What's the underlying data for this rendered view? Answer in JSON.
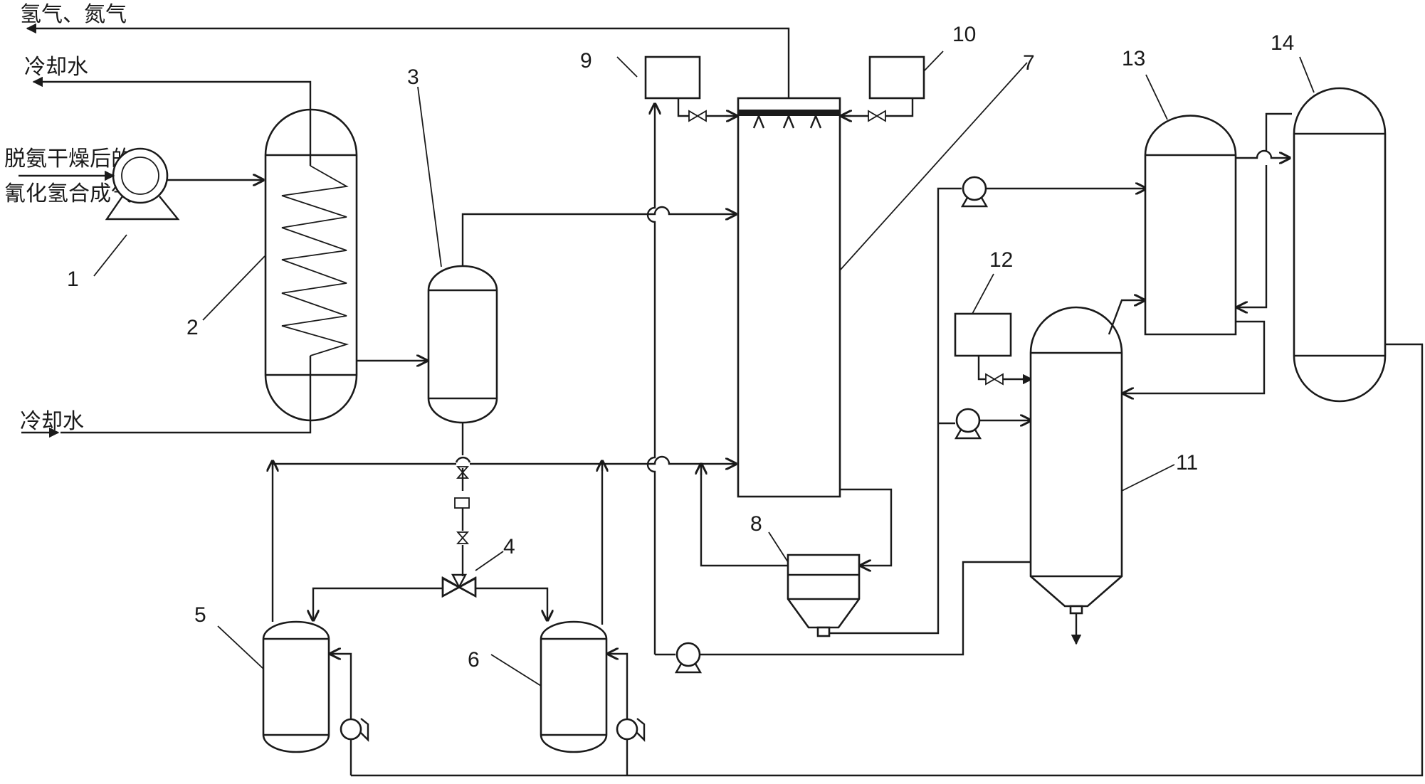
{
  "streams": {
    "h2_n2_out": "氢气、氮气",
    "cooling_water_out": "冷却水",
    "feed_line1": "脱氨干燥后的",
    "feed_line2": "氰化氢合成气",
    "cooling_water_in": "冷却水"
  },
  "labels": {
    "n1": "1",
    "n2": "2",
    "n3": "3",
    "n4": "4",
    "n5": "5",
    "n6": "6",
    "n7": "7",
    "n8": "8",
    "n9": "9",
    "n10": "10",
    "n11": "11",
    "n12": "12",
    "n13": "13",
    "n14": "14"
  },
  "colors": {
    "line": "#1a1a1a",
    "background": "#ffffff"
  }
}
